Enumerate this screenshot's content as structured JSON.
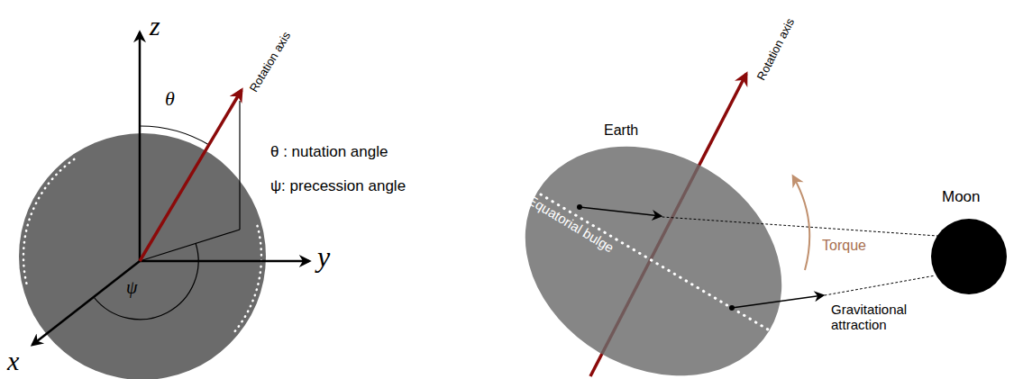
{
  "diagram": {
    "nodes": [
      {
        "text": [
          "Earth",
          "Equatorial bulge"
        ]
      },
      {
        "text": [
          "Moon"
        ]
      }
    ],
    "labels": [
      "z",
      "θ",
      "Rotation axis",
      "y",
      "x",
      "ψ",
      "θ : nutation angle",
      "ψ: precession angle",
      "Rotation axis",
      "Torque",
      "Gravitational attraction"
    ]
  }
}
